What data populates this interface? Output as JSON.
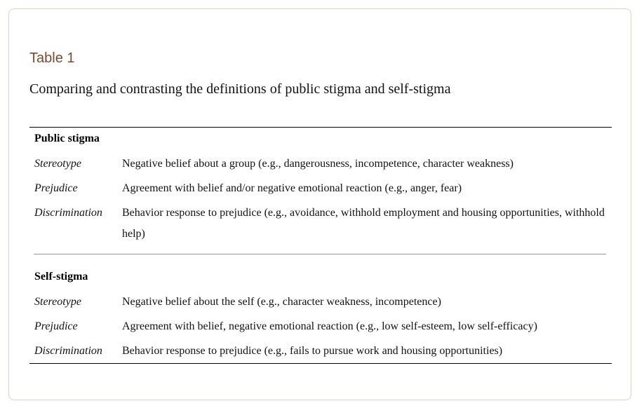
{
  "table": {
    "label": "Table 1",
    "caption": "Comparing and contrasting the definitions of public stigma and self-stigma",
    "sections": [
      {
        "heading": "Public stigma",
        "rows": [
          {
            "term": "Stereotype",
            "definition": "Negative belief about a group (e.g., dangerousness, incompetence, character weakness)"
          },
          {
            "term": "Prejudice",
            "definition": "Agreement with belief and/or negative emotional reaction (e.g., anger, fear)"
          },
          {
            "term": "Discrimination",
            "definition": "Behavior response to prejudice (e.g., avoidance, withhold employment and housing opportunities, withhold help)"
          }
        ]
      },
      {
        "heading": "Self-stigma",
        "rows": [
          {
            "term": "Stereotype",
            "definition": "Negative belief about the self (e.g., character weakness, incompetence)"
          },
          {
            "term": "Prejudice",
            "definition": "Agreement with belief, negative emotional reaction (e.g., low self-esteem, low self-efficacy)"
          },
          {
            "term": "Discrimination",
            "definition": "Behavior response to prejudice (e.g., fails to pursue work and housing opportunities)"
          }
        ]
      }
    ]
  }
}
